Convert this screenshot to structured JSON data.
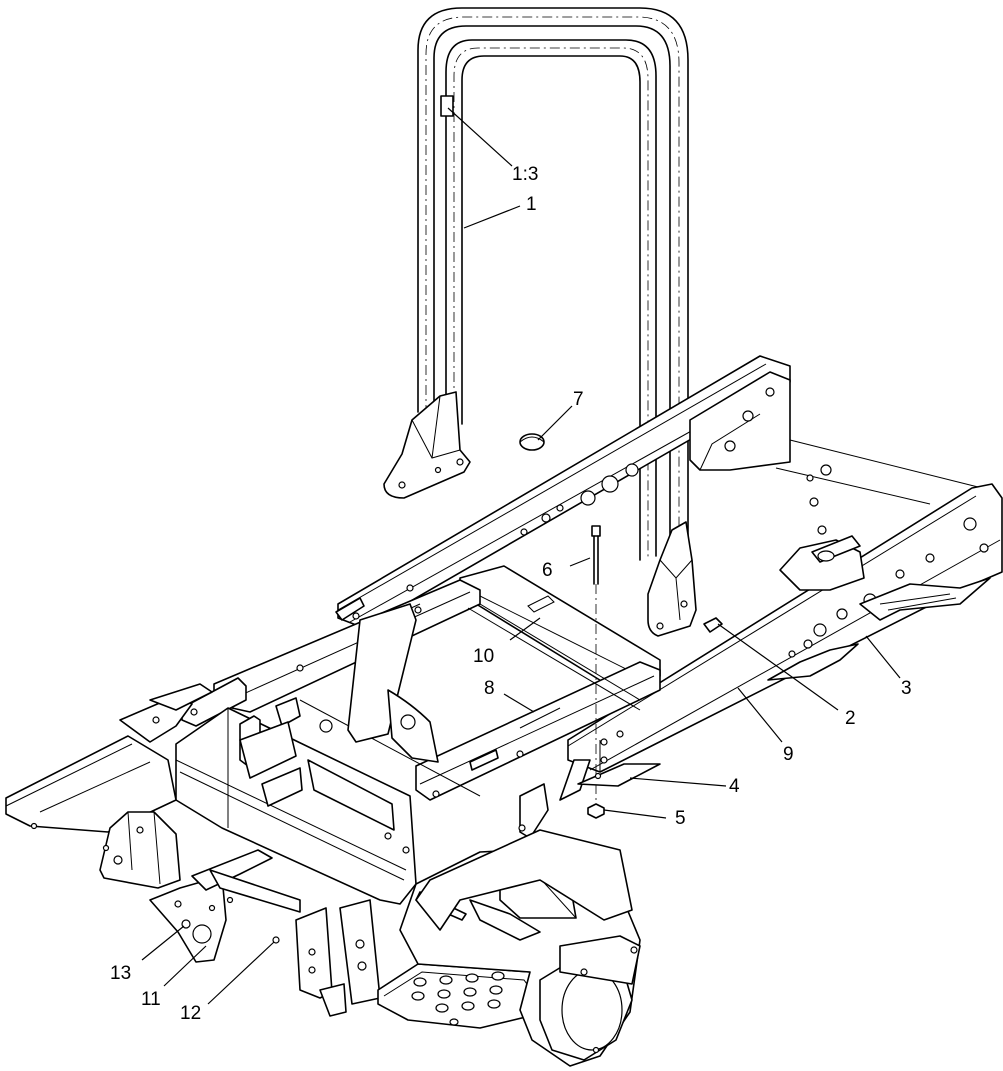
{
  "callouts": [
    {
      "id": "c-1-3",
      "label": "1:3"
    },
    {
      "id": "c-1",
      "label": "1"
    },
    {
      "id": "c-7",
      "label": "7"
    },
    {
      "id": "c-6",
      "label": "6"
    },
    {
      "id": "c-10",
      "label": "10"
    },
    {
      "id": "c-8",
      "label": "8"
    },
    {
      "id": "c-3",
      "label": "3"
    },
    {
      "id": "c-2",
      "label": "2"
    },
    {
      "id": "c-9",
      "label": "9"
    },
    {
      "id": "c-4",
      "label": "4"
    },
    {
      "id": "c-5",
      "label": "5"
    },
    {
      "id": "c-13",
      "label": "13"
    },
    {
      "id": "c-11",
      "label": "11"
    },
    {
      "id": "c-12",
      "label": "12"
    }
  ]
}
